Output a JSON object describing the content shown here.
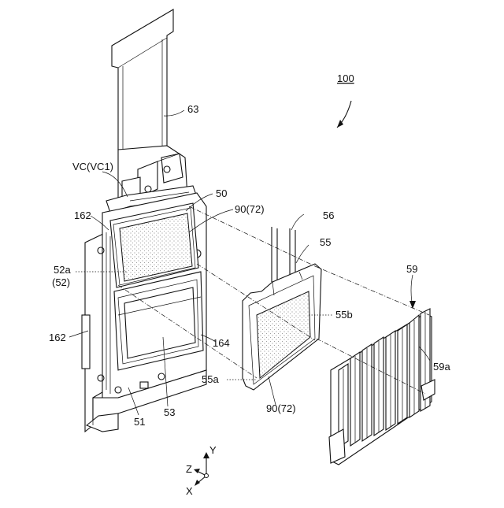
{
  "labels": {
    "ref_100": "100",
    "ref_63": "63",
    "ref_vc": "VC(VC1)",
    "ref_50": "50",
    "ref_90_72_top": "90(72)",
    "ref_162_top": "162",
    "ref_52a": "52a",
    "ref_52": "(52)",
    "ref_162_left": "162",
    "ref_164": "164",
    "ref_51": "51",
    "ref_53": "53",
    "ref_56": "56",
    "ref_55": "55",
    "ref_55b": "55b",
    "ref_55a": "55a",
    "ref_90_72_bottom": "90(72)",
    "ref_59": "59",
    "ref_59a": "59a",
    "axis_y": "Y",
    "axis_z": "Z",
    "axis_x": "X"
  }
}
